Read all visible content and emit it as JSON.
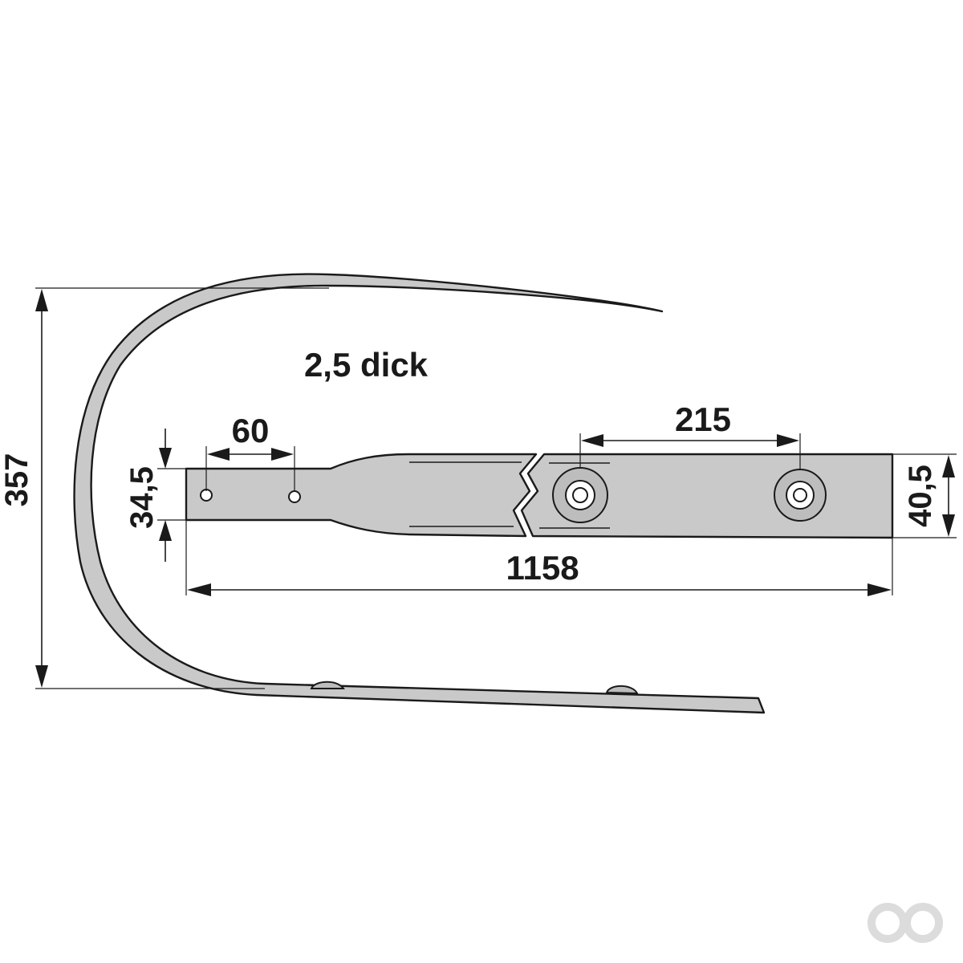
{
  "drawing": {
    "thickness_note": "2,5 dick",
    "dimensions": {
      "overall_height": "357",
      "overall_length": "1158",
      "hole_spacing_small": "60",
      "hole_spacing_large": "215",
      "end_width_narrow": "34,5",
      "end_width_wide": "40,5"
    }
  },
  "colors": {
    "steel": "#c9c9c9",
    "line": "#1a1a1a",
    "logo": "#dcdcdc"
  },
  "icons": {
    "brand_logo": "watermark-logo-icon"
  }
}
